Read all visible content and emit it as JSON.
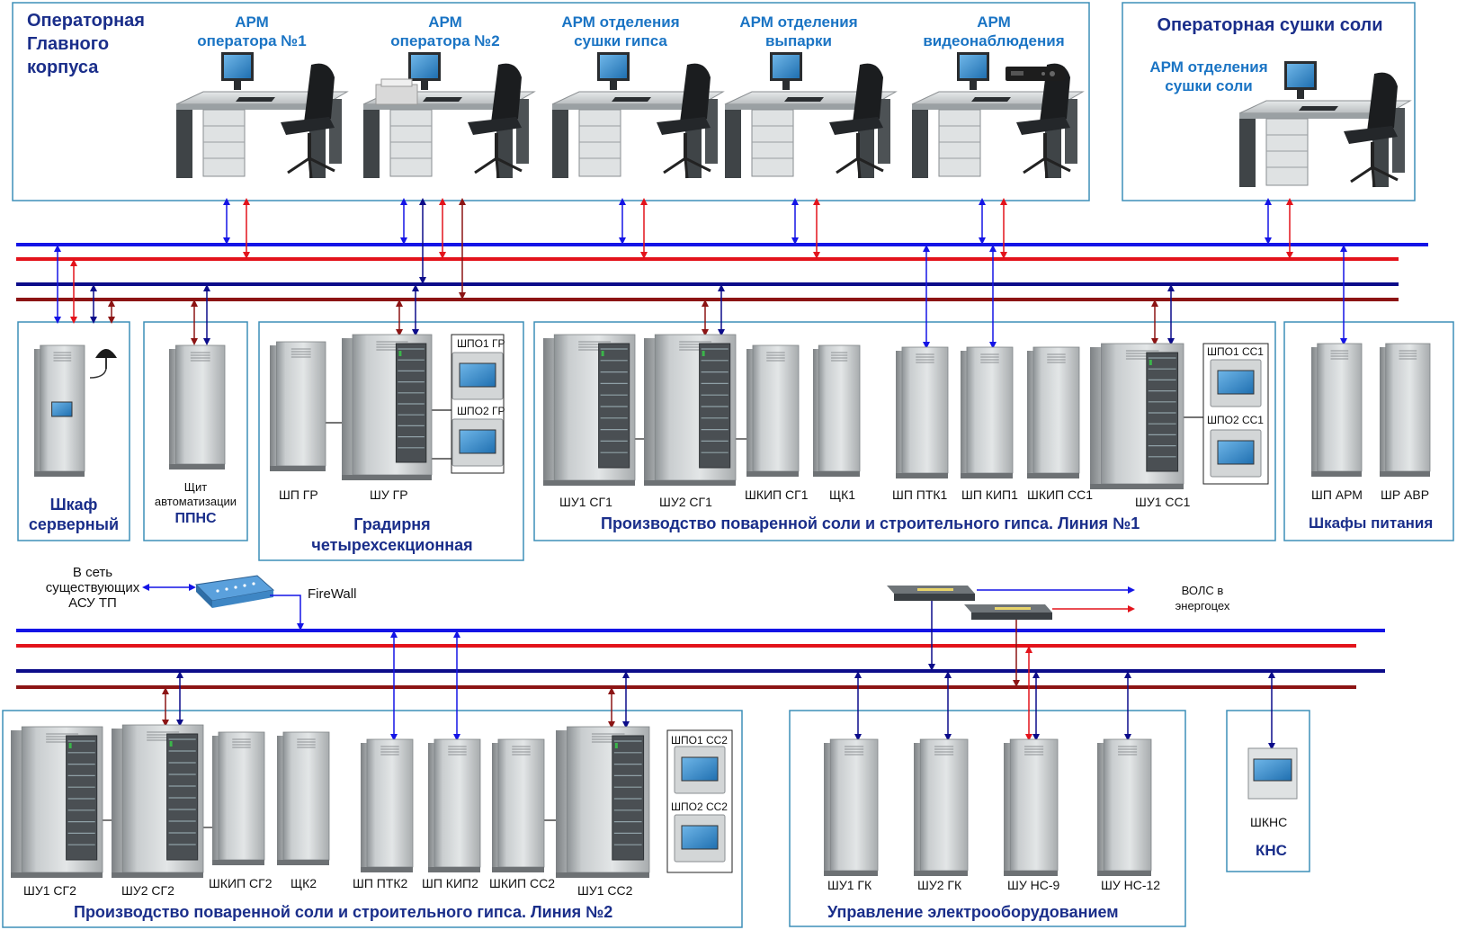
{
  "colors": {
    "frame": "#3d8fb8",
    "bus_blue": "#1414e6",
    "bus_red": "#e3131b",
    "bus_navy": "#0c0c8a",
    "bus_maroon": "#8c1414",
    "title_navy": "#1a2e8a",
    "title_blue": "#1a74c4"
  },
  "operator_main": {
    "title_lines": [
      "Операторная",
      "Главного",
      "корпуса"
    ],
    "stations": [
      {
        "line1": "АРМ",
        "line2": "оператора №1"
      },
      {
        "line1": "АРМ",
        "line2": "оператора №2"
      },
      {
        "line1": "АРМ отделения",
        "line2": "сушки гипса"
      },
      {
        "line1": "АРМ отделения",
        "line2": "выпарки"
      },
      {
        "line1": "АРМ",
        "line2": "видеонаблюдения"
      }
    ]
  },
  "operator_salt": {
    "title": "Операторная сушки соли",
    "station_line1": "АРМ отделения",
    "station_line2": "сушки соли"
  },
  "server": {
    "line1": "Шкаф",
    "line2": "серверный"
  },
  "ppns": {
    "line1": "Щит",
    "line2": "автоматизации",
    "line3": "ППНС"
  },
  "gradirnya": {
    "title_line1": "Градирня",
    "title_line2": "четырехсекционная",
    "cabinets": [
      "ШП ГР",
      "ШУ ГР"
    ],
    "panels": [
      "ШПО1 ГР",
      "ШПО2 ГР"
    ]
  },
  "line1": {
    "title": "Производство поваренной соли и строительного гипса. Линия №1",
    "cabinets": [
      "ШУ1 СГ1",
      "ШУ2 СГ1",
      "ШКИП СГ1",
      "ЩК1",
      "ШП ПТК1",
      "ШП КИП1",
      "ШКИП СС1",
      "ШУ1 СС1"
    ],
    "panels": [
      "ШПО1 СС1",
      "ШПО2 СС1"
    ]
  },
  "power": {
    "title": "Шкафы питания",
    "cabinets": [
      "ШП АРМ",
      "ШР АВР"
    ]
  },
  "network": {
    "ext_line1": "В сеть",
    "ext_line2": "существующих",
    "ext_line3": "АСУ ТП",
    "firewall": "FireWall",
    "fiber_line1": "ВОЛС в",
    "fiber_line2": "энергоцех"
  },
  "line2": {
    "title": "Производство поваренной соли и строительного гипса. Линия №2",
    "cabinets": [
      "ШУ1 СГ2",
      "ШУ2 СГ2",
      "ШКИП СГ2",
      "ЩК2",
      "ШП ПТК2",
      "ШП КИП2",
      "ШКИП СС2",
      "ШУ1 СС2"
    ],
    "panels": [
      "ШПО1 СС2",
      "ШПО2 СС2"
    ]
  },
  "electro": {
    "title": "Управление электрооборудованием",
    "cabinets": [
      "ШУ1 ГК",
      "ШУ2 ГК",
      "ШУ НС-9",
      "ШУ НС-12"
    ]
  },
  "kns": {
    "cabinet": "ШКНС",
    "title": "КНС"
  }
}
